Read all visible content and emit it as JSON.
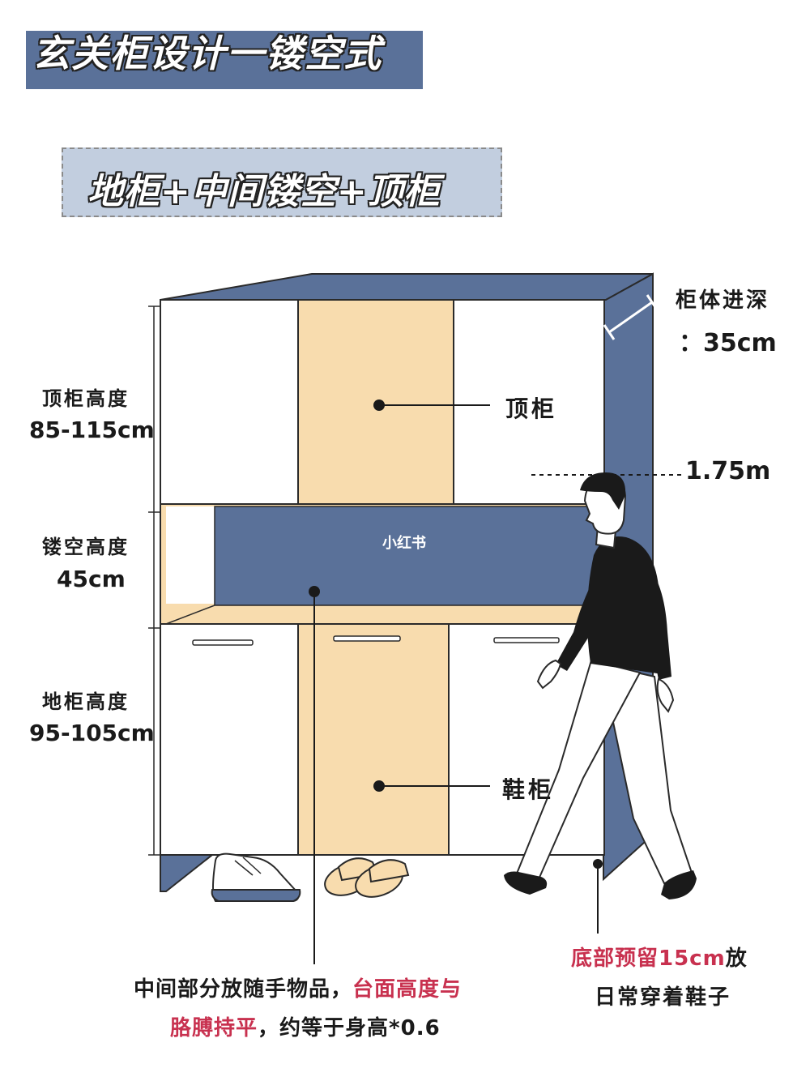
{
  "title": "玄关柜设计一镂空式",
  "subtitle": "地柜+中间镂空+顶柜",
  "labels": {
    "depth_line1": "柜体进深",
    "depth_line2": "：35cm",
    "top_cabinet": "顶柜",
    "shoe_cabinet": "鞋柜",
    "person_height": "1.75m",
    "watermark": "小红书"
  },
  "dimensions": [
    {
      "name": "顶柜高度",
      "value": "85-115cm"
    },
    {
      "name": "镂空高度",
      "value": "45cm"
    },
    {
      "name": "地柜高度",
      "value": "95-105cm"
    }
  ],
  "notes": {
    "middle_line1_a": "中间部分放随手物品，",
    "middle_line1_b": "台面高度与",
    "middle_line2_a": "胳膊持平",
    "middle_line2_b": "，约等于身高*0.6",
    "bottom_line1_a": "底部预留15cm",
    "bottom_line1_b": "放",
    "bottom_line2": "日常穿着鞋子"
  },
  "colors": {
    "blue": "#5a7199",
    "peach": "#f8dcae",
    "white": "#ffffff",
    "outline": "#2a2a2a",
    "pink": "#c8314f",
    "banner_light": "#c2cedf"
  },
  "icons": [
    "sneaker-icon",
    "slipper-icon",
    "person-walking-icon"
  ]
}
